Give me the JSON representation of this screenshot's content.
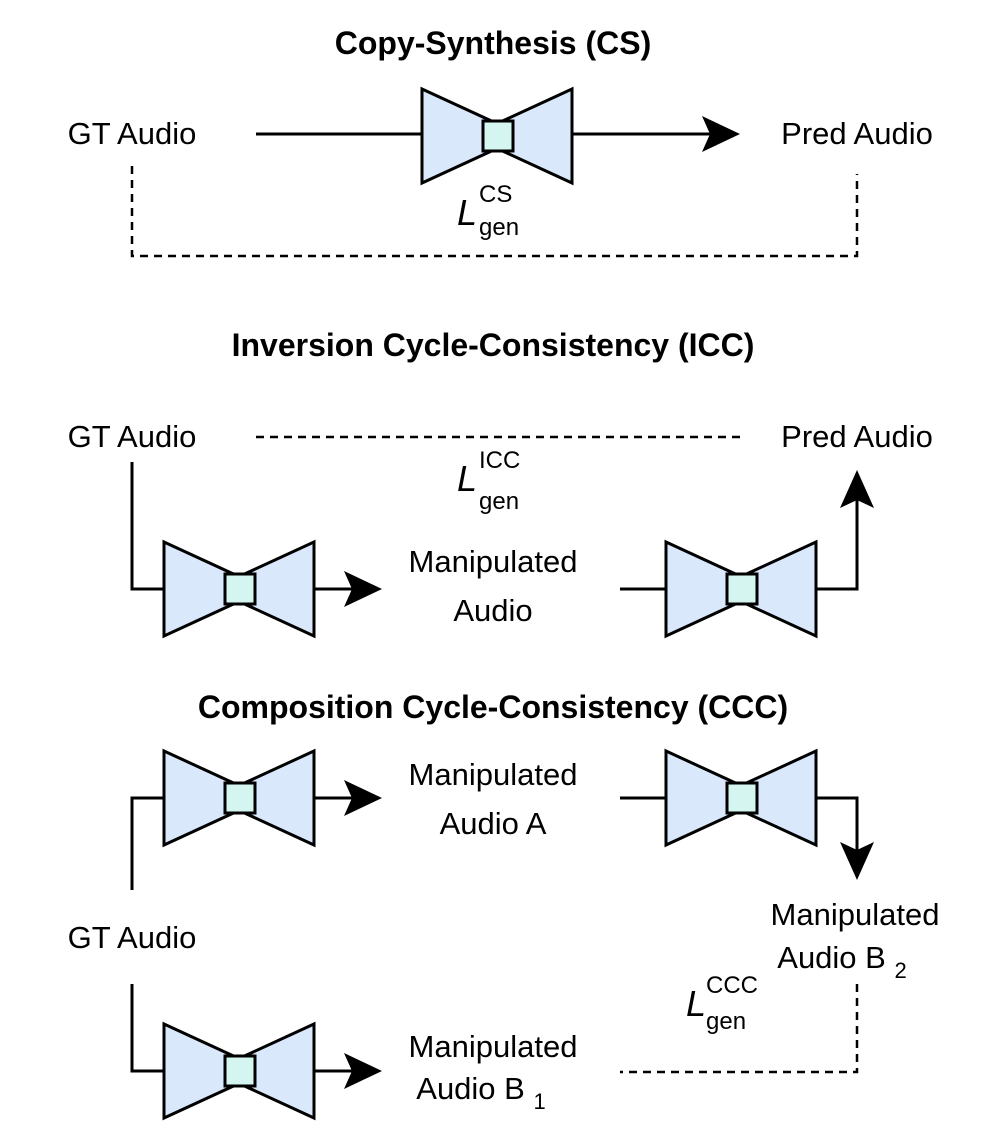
{
  "sections": {
    "cs": {
      "title": "Copy-Synthesis (CS)",
      "input_label": "GT Audio",
      "output_label": "Pred Audio",
      "loss": {
        "symbol": "L",
        "sup": "CS",
        "sub": "gen"
      }
    },
    "icc": {
      "title": "Inversion Cycle-Consistency (ICC)",
      "input_label": "GT Audio",
      "output_label": "Pred Audio",
      "middle_label_line1": "Manipulated",
      "middle_label_line2": "Audio",
      "loss": {
        "symbol": "L",
        "sup": "ICC",
        "sub": "gen"
      }
    },
    "ccc": {
      "title": "Composition Cycle-Consistency (CCC)",
      "input_label": "GT Audio",
      "audio_a_line1": "Manipulated",
      "audio_a_line2": "Audio A",
      "audio_b2_line1": "Manipulated",
      "audio_b2_line2": "Audio B",
      "audio_b2_sub": "2",
      "audio_b1_line1": "Manipulated",
      "audio_b1_line2": "Audio B",
      "audio_b1_sub": "1",
      "loss": {
        "symbol": "L",
        "sup": "CCC",
        "sub": "gen"
      }
    }
  },
  "colors": {
    "block_fill": "#dae8fc",
    "core_fill": "#d5f5f0",
    "stroke": "#000000"
  },
  "icons": {
    "block": "encoder-decoder-bowtie-icon",
    "arrow": "arrow-head-icon"
  }
}
